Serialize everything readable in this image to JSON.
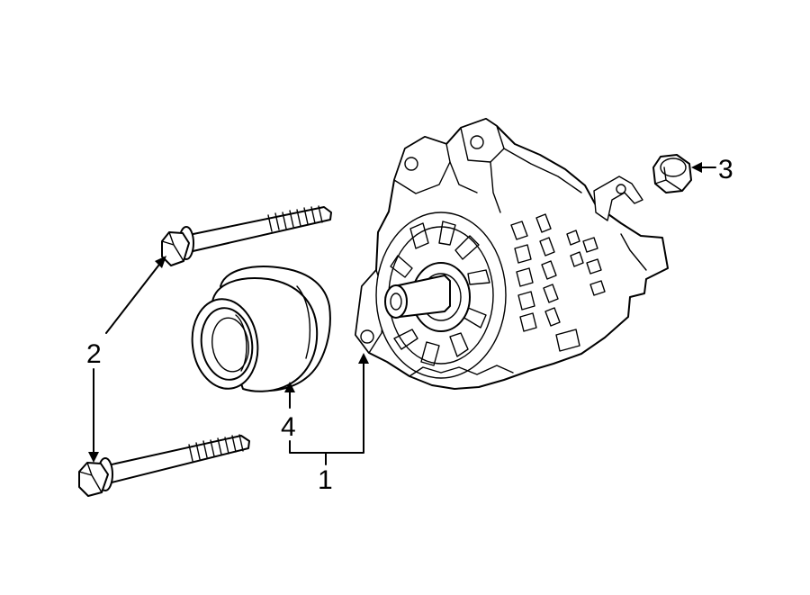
{
  "callouts": {
    "alternator": "1",
    "bolts": "2",
    "nut": "3",
    "pulley": "4"
  },
  "parts": [
    {
      "callout": "1",
      "icon": "alternator-icon"
    },
    {
      "callout": "2",
      "icon": "bolt-icon",
      "count": 2
    },
    {
      "callout": "3",
      "icon": "nut-icon"
    },
    {
      "callout": "4",
      "icon": "pulley-icon"
    }
  ],
  "colors": {
    "line": "#000000",
    "background": "#ffffff"
  }
}
